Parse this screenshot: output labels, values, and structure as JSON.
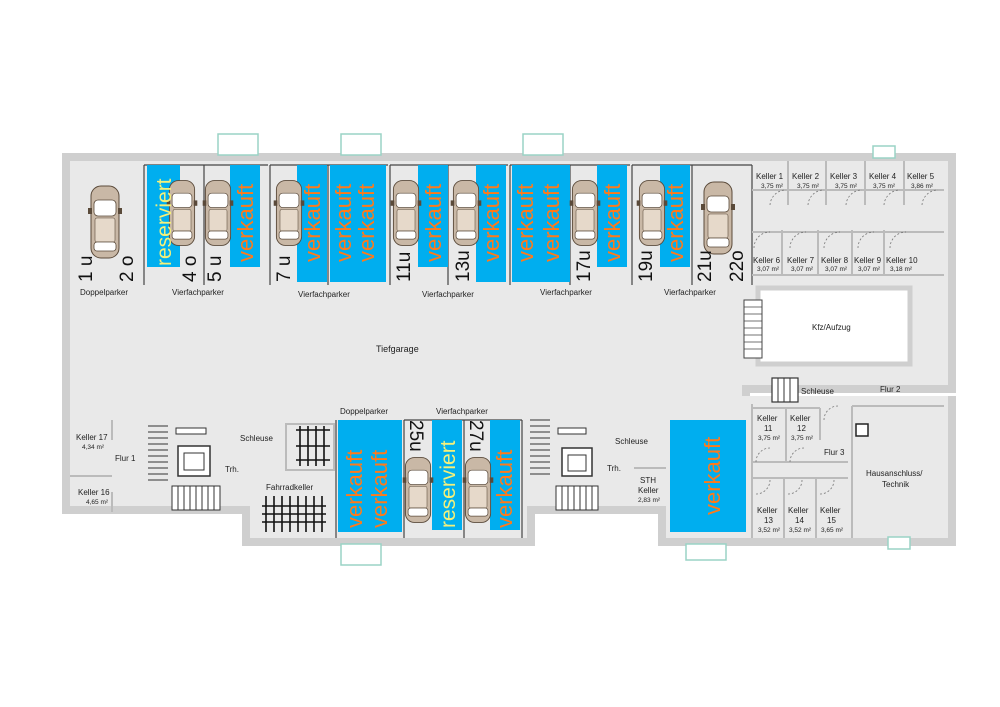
{
  "areas": {
    "tiefgarage": "Tiefgarage",
    "kfz_aufzug": "Kfz/Aufzug",
    "flur1": "Flur 1",
    "flur2": "Flur 2",
    "flur3": "Flur 3",
    "schleuse_left": "Schleuse",
    "schleuse_mid": "Schleuse",
    "schleuse_right": "Schleuse",
    "trh_left": "Trh.",
    "trh_right": "Trh.",
    "fahrradkeller": "Fahrradkeller",
    "hausanschluss_1": "Hausanschluss/",
    "hausanschluss_2": "Technik",
    "sth_1": "STH",
    "sth_2": "Keller",
    "sth_3": "2,83 m²"
  },
  "parker_labels": {
    "top": [
      "Doppelparker",
      "Vierfachparker",
      "Vierfachparker",
      "Vierfachparker",
      "Vierfachparker",
      "Vierfachparker"
    ],
    "bottom": [
      "Doppelparker",
      "Vierfachparker"
    ]
  },
  "stall_numbers": [
    "1 u",
    "2 o",
    "4 o",
    "5 u",
    "7 u",
    "11u",
    "13u",
    "17u",
    "19u",
    "21u",
    "22o",
    "25u",
    "27u"
  ],
  "status": {
    "sold": "verkauft",
    "reserved": "reserviert"
  },
  "keller_top": [
    {
      "name": "Keller 1",
      "size": "3,75 m²"
    },
    {
      "name": "Keller 2",
      "size": "3,75 m²"
    },
    {
      "name": "Keller 3",
      "size": "3,75 m²"
    },
    {
      "name": "Keller 4",
      "size": "3,75 m²"
    },
    {
      "name": "Keller 5",
      "size": "3,86 m²"
    },
    {
      "name": "Keller 6",
      "size": "3,07 m²"
    },
    {
      "name": "Keller 7",
      "size": "3,07 m²"
    },
    {
      "name": "Keller 8",
      "size": "3,07 m²"
    },
    {
      "name": "Keller 9",
      "size": "3,07 m²"
    },
    {
      "name": "Keller 10",
      "size": "3,18 m²"
    }
  ],
  "keller_bottom": [
    {
      "name": "Keller",
      "num": "11",
      "size": "3,75 m²"
    },
    {
      "name": "Keller",
      "num": "12",
      "size": "3,75 m²"
    },
    {
      "name": "Keller",
      "num": "13",
      "size": "3,52 m²"
    },
    {
      "name": "Keller",
      "num": "14",
      "size": "3,52 m²"
    },
    {
      "name": "Keller",
      "num": "15",
      "size": "3,65 m²"
    }
  ],
  "keller_left": [
    {
      "name": "Keller 17",
      "size": "4,34 m²"
    },
    {
      "name": "Keller 16",
      "size": "4,65 m²"
    }
  ],
  "colors": {
    "sold_blue": "#00aeef",
    "floor": "#e9e9e9",
    "wall": "#cfcfcf",
    "stamp_text": "#ff7a1a",
    "reserved_text": "#f4f07a"
  }
}
